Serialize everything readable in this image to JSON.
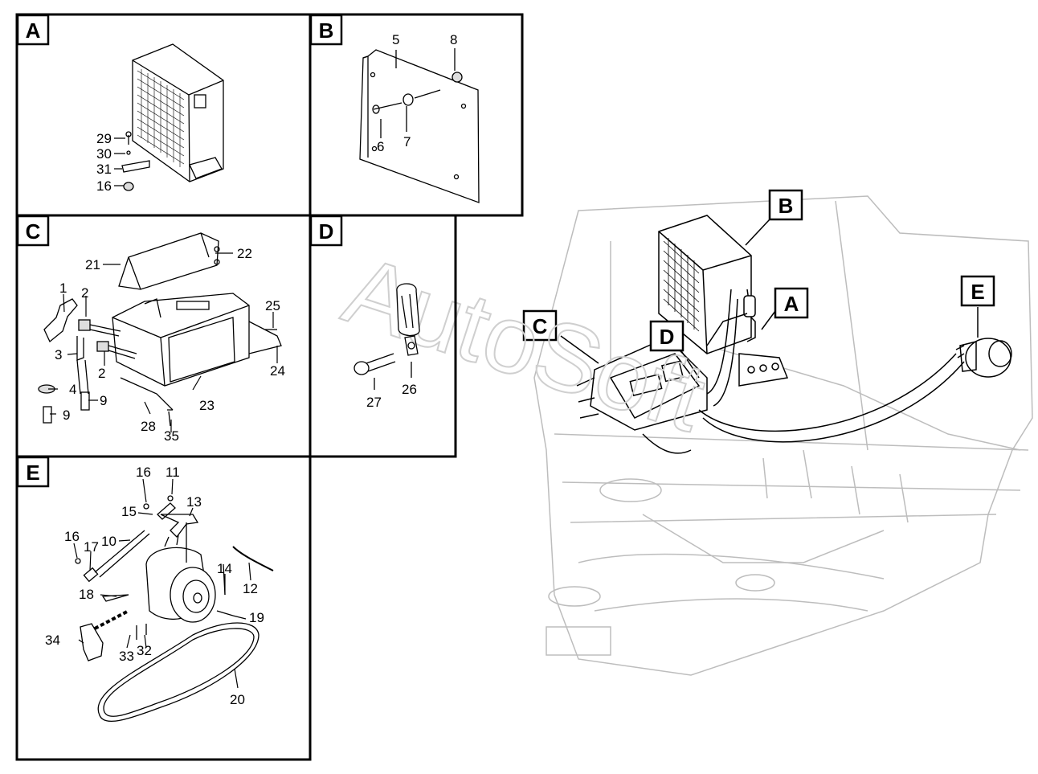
{
  "watermark": "AutoSoft",
  "panels": {
    "A": {
      "label": "A",
      "parts": [
        "29",
        "30",
        "31",
        "16"
      ]
    },
    "B": {
      "label": "B",
      "parts": [
        "5",
        "8",
        "6",
        "7"
      ]
    },
    "C": {
      "label": "C",
      "parts": [
        "21",
        "22",
        "1",
        "2",
        "25",
        "3",
        "2b",
        "24",
        "4",
        "9",
        "23",
        "9b",
        "28",
        "35"
      ]
    },
    "D": {
      "label": "D",
      "parts": [
        "27",
        "26"
      ]
    },
    "E": {
      "label": "E",
      "parts": [
        "16",
        "11",
        "15",
        "13",
        "16b",
        "17",
        "10",
        "14",
        "12",
        "18",
        "19",
        "34",
        "33",
        "32",
        "20"
      ]
    }
  },
  "labels": {
    "a29": "29",
    "a30": "30",
    "a31": "31",
    "a16": "16",
    "b5": "5",
    "b8": "8",
    "b6": "6",
    "b7": "7",
    "c21": "21",
    "c22": "22",
    "c1": "1",
    "c2": "2",
    "c25": "25",
    "c3": "3",
    "c2b": "2",
    "c24": "24",
    "c4": "4",
    "c9": "9",
    "c23": "23",
    "c9b": "9",
    "c28": "28",
    "c35": "35",
    "d27": "27",
    "d26": "26",
    "e16": "16",
    "e11": "11",
    "e15": "15",
    "e13": "13",
    "e16b": "16",
    "e17": "17",
    "e10": "10",
    "e14": "14",
    "e12": "12",
    "e18": "18",
    "e19": "19",
    "e34": "34",
    "e33": "33",
    "e32": "32",
    "e20": "20"
  },
  "overview_callouts": [
    "B",
    "A",
    "C",
    "D",
    "E"
  ],
  "colors": {
    "line": "#000000",
    "ghost": "#bdbdbd",
    "background": "#ffffff"
  }
}
